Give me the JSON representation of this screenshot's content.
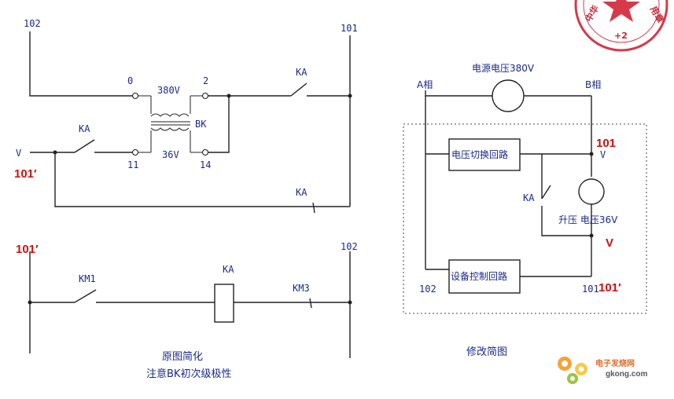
{
  "left_diagram": {
    "node_102_top": "102",
    "node_101_top": "101",
    "terminal_0": "0",
    "terminal_2": "2",
    "voltage_380": "380V",
    "voltage_36": "36V",
    "transformer_label": "BK",
    "terminal_11": "11",
    "terminal_14": "14",
    "ka_contact_top": "KA",
    "ka_contact_mid": "KA",
    "ka_contact_bottom": "KA",
    "v_label": "V",
    "red_101_prime": "101′",
    "red_101_prime_2": "101′",
    "node_102_bottom": "102",
    "km1_label": "KM1",
    "ka_coil_label": "KA",
    "km3_label": "KM3",
    "caption_line1": "原图简化",
    "caption_line2": "注意BK初次级极性"
  },
  "right_diagram": {
    "supply_label": "电源电压380V",
    "phase_a": "A相",
    "phase_b": "B相",
    "red_101": "101",
    "v_label": "V",
    "box_voltage_switch": "电压切换回路",
    "ka_label": "KA",
    "boost_label": "升压 电压36V",
    "red_v": "V",
    "box_device_control": "设备控制回路",
    "node_102": "102",
    "node_101": "101",
    "red_101_prime": "101′",
    "caption": "修改简图"
  },
  "stamp": {
    "text_left": "中华",
    "text_right": "用章",
    "badge": "+2"
  },
  "watermark": {
    "brand": "电子发烧网",
    "domain": "gkong.com"
  }
}
